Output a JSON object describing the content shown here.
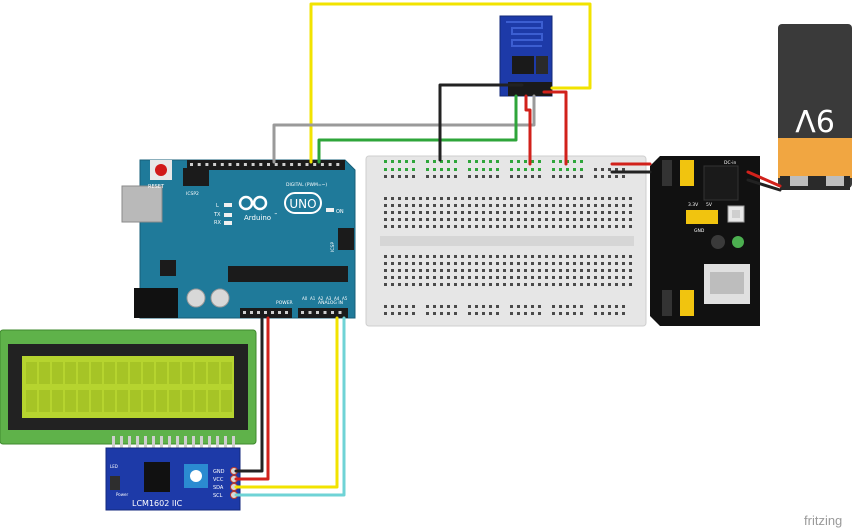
{
  "arduino": {
    "reset_label": "RESET",
    "icsp_label": "ICSP2",
    "icsp2_label": "ICSP",
    "digital_label": "DIGITAL (PWM=~)",
    "tx_label": "TX",
    "rx_label": "RX",
    "l_label": "L",
    "on_label": "ON",
    "brand_label": "Arduino",
    "tm_label": "™",
    "model_label": "UNO",
    "power_label": "POWER",
    "analog_label": "ANALOG IN",
    "pin_labels": [
      "A0",
      "A1",
      "A2",
      "A3",
      "A4",
      "A5"
    ]
  },
  "lcd": {
    "module_label": "LCM1602 IIC",
    "pin_gnd": "GND",
    "pin_vcc": "VCC",
    "pin_sda": "SDA",
    "pin_scl": "SCL",
    "power_label": "Power",
    "led_label": "LED"
  },
  "power_module": {
    "dc_label": "DC-in",
    "v33_label": "3.3V",
    "v5_label": "5V",
    "gnd_label": "GND"
  },
  "battery": {
    "label": "9V"
  },
  "watermark": {
    "text": "fritzing"
  },
  "colors": {
    "arduino": "#1f7a9a",
    "wire_yellow": "#f2e300",
    "wire_gray": "#9a9a9a",
    "wire_green": "#2ea53a",
    "wire_black": "#222222",
    "wire_red": "#d1211b",
    "wire_cyan": "#6fd3d6",
    "lcd_screen": "#b6d42f",
    "esp_board": "#1d3aa8",
    "battery_top": "#f1a641",
    "battery_body": "#3a3a3a"
  }
}
